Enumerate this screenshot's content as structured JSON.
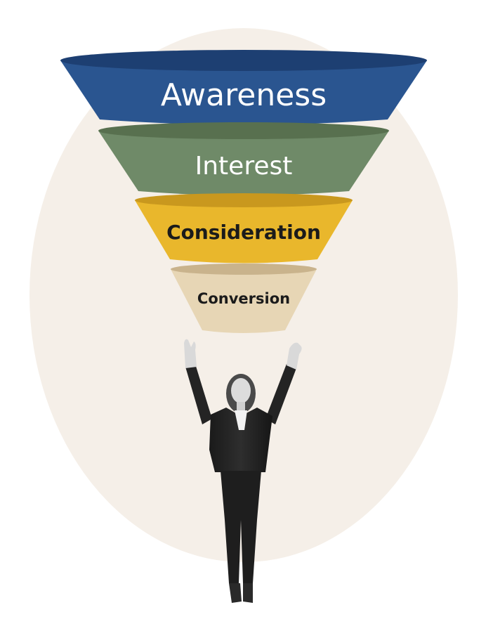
{
  "funnel": {
    "stages": [
      {
        "label": "Awareness",
        "color": "#2a5590",
        "rim_color": "#1d3f72",
        "text_color": "#ffffff"
      },
      {
        "label": "Interest",
        "color": "#6f8a68",
        "rim_color": "#58704f",
        "text_color": "#ffffff"
      },
      {
        "label": "Consideration",
        "color": "#e9b72c",
        "rim_color": "#c9981e",
        "text_color": "#1b1b1b"
      },
      {
        "label": "Conversion",
        "color": "#e7d6b5",
        "rim_color": "#c9b38c",
        "text_color": "#1b1b1b"
      }
    ]
  },
  "background": {
    "color": "#f5efe8"
  }
}
